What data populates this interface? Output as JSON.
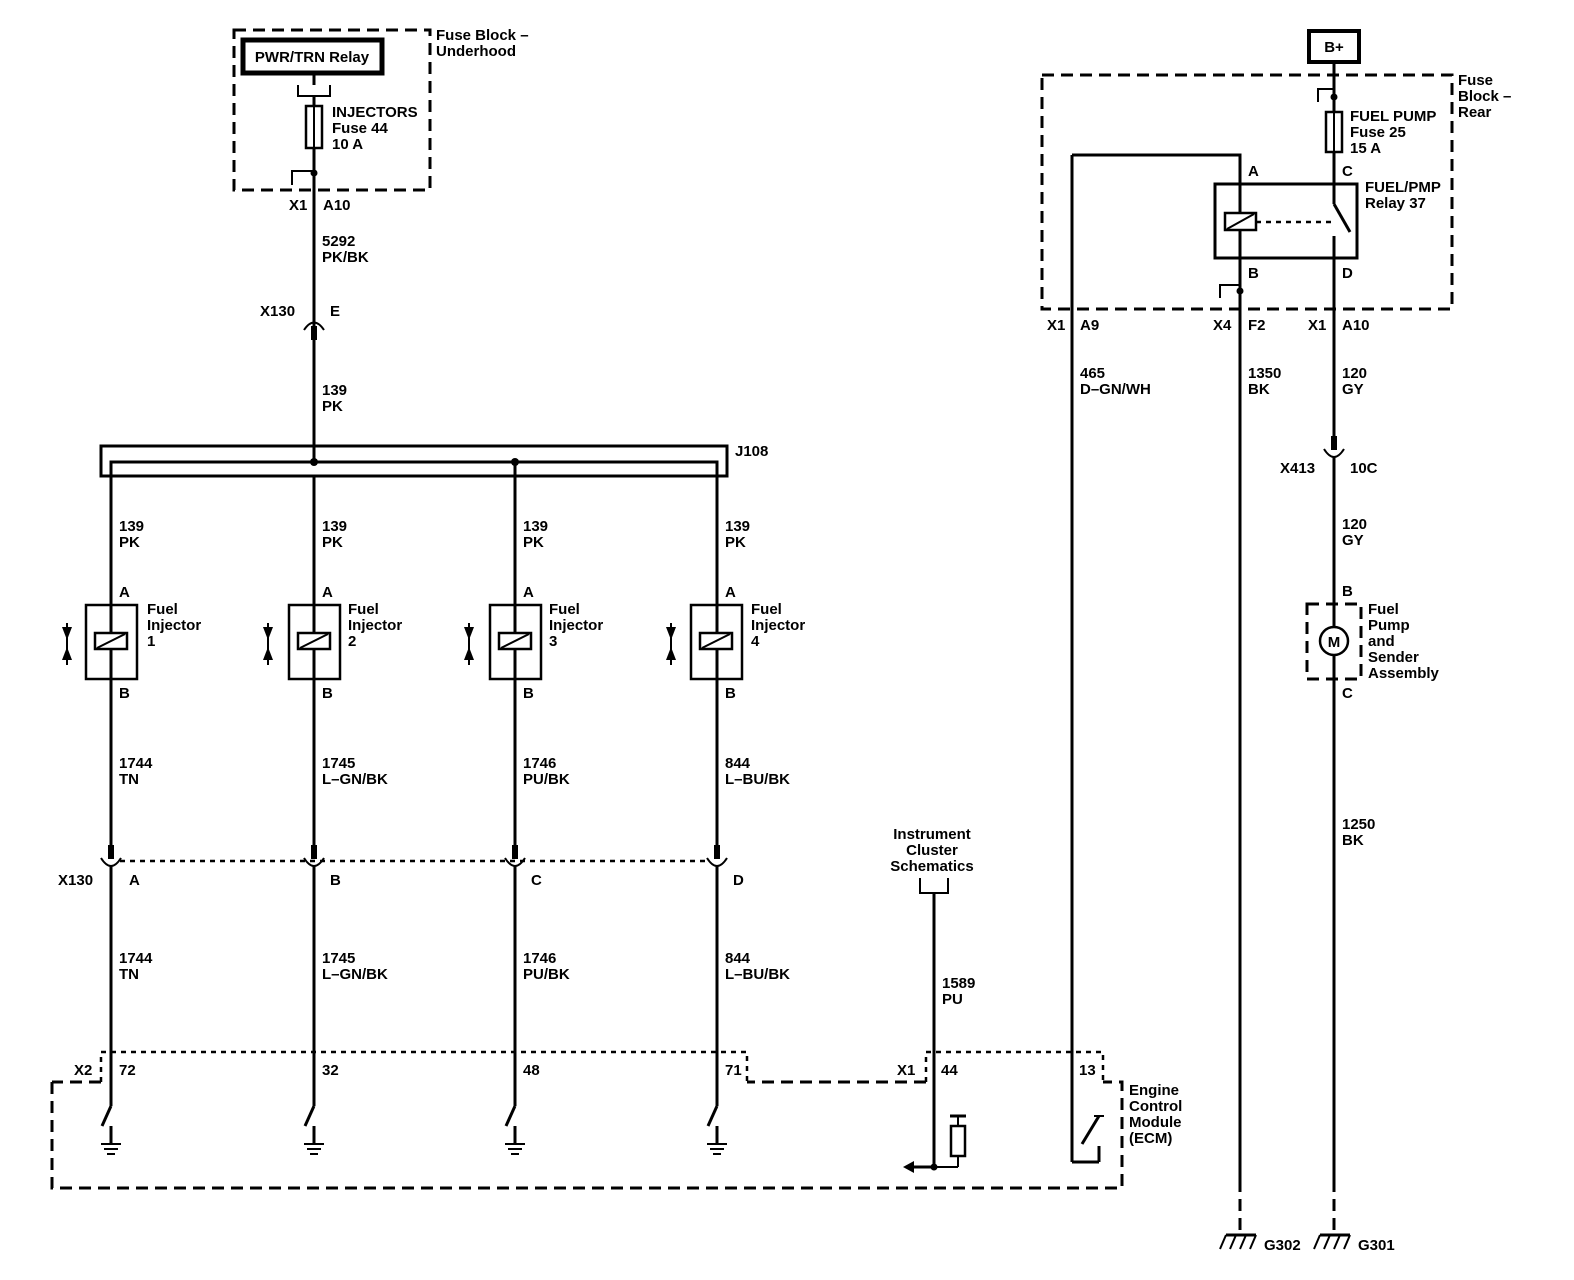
{
  "fuse_block_underhood": {
    "title_1": "Fuse Block –",
    "title_2": "Underhood",
    "relay": "PWR/TRN Relay",
    "fuse_name": "INJECTORS",
    "fuse_num": "Fuse 44",
    "fuse_amp": "10 A",
    "conn": "X1",
    "pin": "A10"
  },
  "feed_wire": {
    "circuit": "5292",
    "color": "PK/BK"
  },
  "x130_top": {
    "conn": "X130",
    "pin": "E"
  },
  "feed_wire_2": {
    "circuit": "139",
    "color": "PK"
  },
  "splice": "J108",
  "injectors": [
    {
      "top_circuit": "139",
      "top_color": "PK",
      "pin_a": "A",
      "pin_b": "B",
      "label_1": "Fuel",
      "label_2": "Injector",
      "label_3": "1",
      "ctrl_circuit": "1744",
      "ctrl_color": "TN",
      "x130_pin": "A",
      "ecm_pin": "72"
    },
    {
      "top_circuit": "139",
      "top_color": "PK",
      "pin_a": "A",
      "pin_b": "B",
      "label_1": "Fuel",
      "label_2": "Injector",
      "label_3": "2",
      "ctrl_circuit": "1745",
      "ctrl_color": "L–GN/BK",
      "x130_pin": "B",
      "ecm_pin": "32"
    },
    {
      "top_circuit": "139",
      "top_color": "PK",
      "pin_a": "A",
      "pin_b": "B",
      "label_1": "Fuel",
      "label_2": "Injector",
      "label_3": "3",
      "ctrl_circuit": "1746",
      "ctrl_color": "PU/BK",
      "x130_pin": "C",
      "ecm_pin": "48"
    },
    {
      "top_circuit": "139",
      "top_color": "PK",
      "pin_a": "A",
      "pin_b": "B",
      "label_1": "Fuel",
      "label_2": "Injector",
      "label_3": "4",
      "ctrl_circuit": "844",
      "ctrl_color": "L–BU/BK",
      "x130_pin": "D",
      "ecm_pin": "71"
    }
  ],
  "x130_bottom": "X130",
  "ecm_x2": "X2",
  "instrument_cluster": {
    "l1": "Instrument",
    "l2": "Cluster",
    "l3": "Schematics",
    "circuit": "1589",
    "color": "PU",
    "conn": "X1",
    "pin": "44"
  },
  "ecm": {
    "pin_13": "13",
    "l1": "Engine",
    "l2": "Control",
    "l3": "Module",
    "l4": "(ECM)"
  },
  "battery": "B+",
  "fuse_block_rear": {
    "title_1": "Fuse",
    "title_2": "Block –",
    "title_3": "Rear",
    "fuse_name": "FUEL PUMP",
    "fuse_num": "Fuse 25",
    "fuse_amp": "15 A",
    "relay_1": "FUEL/PMP",
    "relay_2": "Relay 37",
    "pin_a": "A",
    "pin_b": "B",
    "pin_c": "C",
    "pin_d": "D",
    "conn_1": "X1",
    "conn_1_pin": "A9",
    "conn_2": "X4",
    "conn_2_pin": "F2",
    "conn_3": "X1",
    "conn_3_pin": "A10"
  },
  "relay_ctrl_wire": {
    "circuit": "465",
    "color": "D–GN/WH"
  },
  "relay_gnd_wire": {
    "circuit": "1350",
    "color": "BK"
  },
  "pump_feed_wire": {
    "circuit": "120",
    "color": "GY"
  },
  "x413": {
    "conn": "X413",
    "pin": "10C"
  },
  "pump_feed_wire_2": {
    "circuit": "120",
    "color": "GY"
  },
  "fuel_pump": {
    "pin_b": "B",
    "pin_c": "C",
    "motor": "M",
    "l1": "Fuel",
    "l2": "Pump",
    "l3": "and",
    "l4": "Sender",
    "l5": "Assembly"
  },
  "pump_gnd_wire": {
    "circuit": "1250",
    "color": "BK"
  },
  "grounds": {
    "g302": "G302",
    "g301": "G301"
  }
}
